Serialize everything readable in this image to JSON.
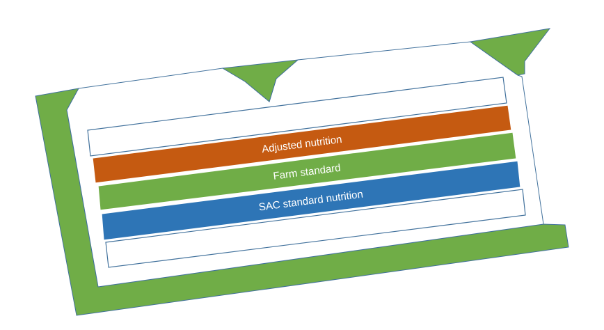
{
  "diagram": {
    "title": "",
    "colors": {
      "frame_green": "#70ad47",
      "outline_blue": "#41719c",
      "orange": "#c55a11",
      "blue": "#2e75b6",
      "white": "#ffffff",
      "text": "#ffffff"
    },
    "layers": [
      {
        "id": "top-empty",
        "label": "",
        "fill": "#ffffff"
      },
      {
        "id": "adjusted-nutrition",
        "label": "Adjusted nutrition",
        "fill": "#c55a11"
      },
      {
        "id": "farm-standard",
        "label": "Farm standard",
        "fill": "#70ad47"
      },
      {
        "id": "sac-standard-nutrition",
        "label": "SAC standard nutrition",
        "fill": "#2e75b6"
      },
      {
        "id": "bottom-empty",
        "label": "",
        "fill": "#ffffff"
      }
    ]
  }
}
